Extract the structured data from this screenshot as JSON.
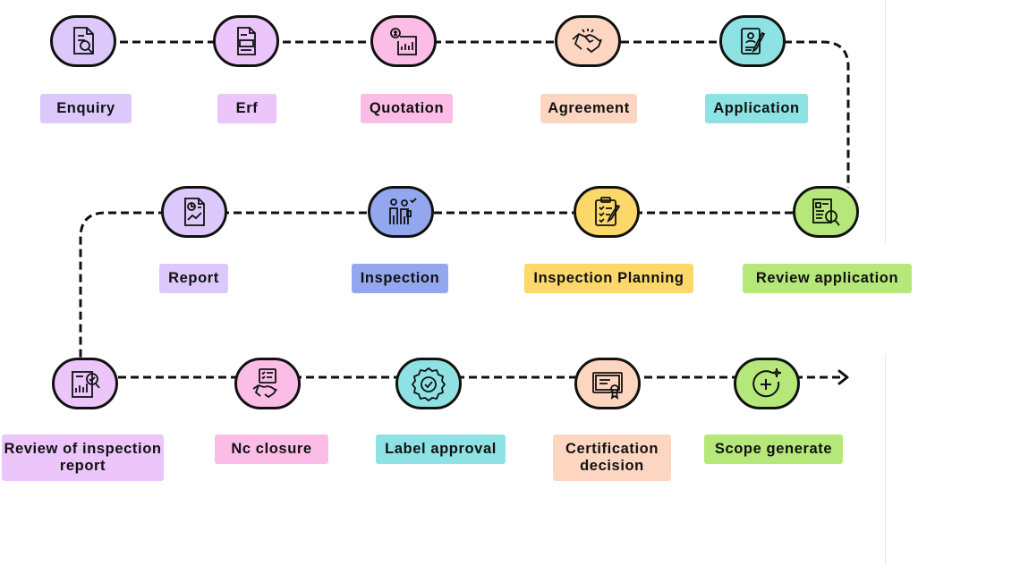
{
  "steps": [
    {
      "id": "enquiry",
      "label": "Enquiry",
      "icon": "document-search-icon",
      "color": "#dcc8fb"
    },
    {
      "id": "erf",
      "label": "Erf",
      "icon": "erf-document-icon",
      "color": "#ecc5fb"
    },
    {
      "id": "quotation",
      "label": "Quotation",
      "icon": "quotation-icon",
      "color": "#fbbde6"
    },
    {
      "id": "agreement",
      "label": "Agreement",
      "icon": "handshake-icon",
      "color": "#fdd6c2"
    },
    {
      "id": "application",
      "label": "Application",
      "icon": "application-form-icon",
      "color": "#8fe2e4"
    },
    {
      "id": "review-application",
      "label": "Review application",
      "icon": "review-search-icon",
      "color": "#b6e77a"
    },
    {
      "id": "inspection-planning",
      "label": "Inspection Planning",
      "icon": "clipboard-icon",
      "color": "#fcd86a"
    },
    {
      "id": "inspection",
      "label": "Inspection",
      "icon": "inspectors-icon",
      "color": "#93a7ee"
    },
    {
      "id": "report",
      "label": "Report",
      "icon": "report-chart-icon",
      "color": "#dcc8fb"
    },
    {
      "id": "review-inspection-report",
      "label": "Review of inspection report",
      "icon": "report-review-icon",
      "color": "#ecc5fb"
    },
    {
      "id": "nc-closure",
      "label": "Nc closure",
      "icon": "closure-handshake-icon",
      "color": "#fbbde6"
    },
    {
      "id": "label-approval",
      "label": "Label approval",
      "icon": "approval-badge-icon",
      "color": "#8fe2e4"
    },
    {
      "id": "certification-decision",
      "label": "Certification decision",
      "icon": "certificate-icon",
      "color": "#fdd6c2"
    },
    {
      "id": "scope-generate",
      "label": "Scope generate",
      "icon": "add-sparkle-icon",
      "color": "#b6e77a"
    }
  ]
}
